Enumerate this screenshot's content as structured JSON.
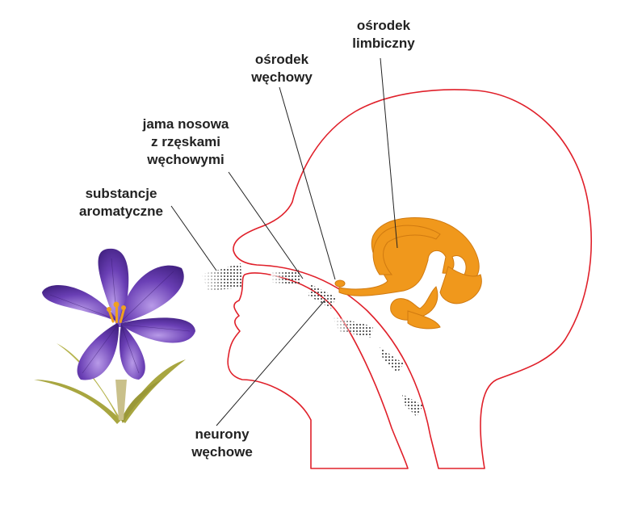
{
  "labels": {
    "limbic": [
      "ośrodek",
      "limbiczny"
    ],
    "bulb": [
      "ośrodek",
      "węchowy"
    ],
    "cavity": [
      "jama nosowa",
      "z rzęskami",
      "węchowymi"
    ],
    "aromatic": [
      "substancje",
      "aromatyczne"
    ],
    "neurons": [
      "neurony",
      "węchowe"
    ]
  },
  "colors": {
    "outline": "#e0202a",
    "brain": "#f0981c",
    "petal": "#6a3fb5",
    "petal_dark": "#4a2589",
    "stamen": "#f0a020",
    "leaf": "#a8a640",
    "text": "#222222"
  },
  "icons": {
    "flower": "crocus-flower-illustration",
    "particles": "odor-particle-cluster"
  }
}
